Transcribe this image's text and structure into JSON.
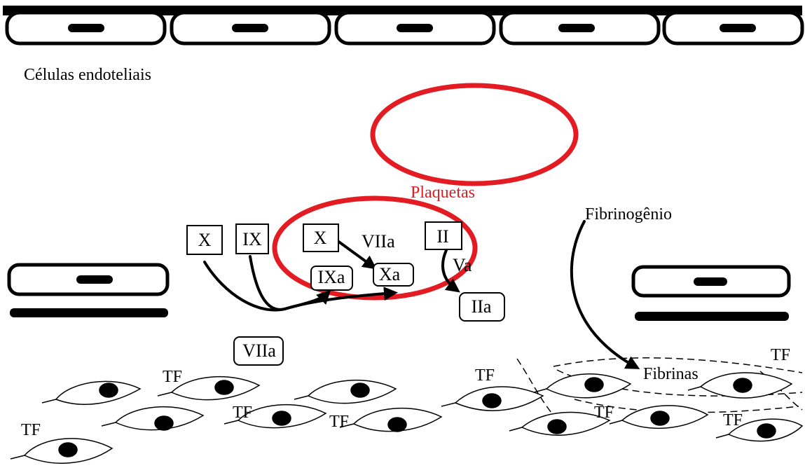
{
  "labels": {
    "endothelial_cells": "Células endoteliais",
    "platelets": "Plaquetas",
    "fibrinogen": "Fibrinogênio",
    "fibrins": "Fibrinas",
    "factor_va": "Va",
    "factor_viia_top": "VIIa"
  },
  "factors": {
    "x_left": "X",
    "ix": "IX",
    "x_mid": "X",
    "ii": "II",
    "ixa": "IXa",
    "xa": "Xa",
    "iia": "IIa",
    "viia_low": "VIIa"
  },
  "tissue_factor": {
    "tf_1": "TF",
    "tf_2": "TF",
    "tf_3": "TF",
    "tf_4": "TF",
    "tf_5": "TF",
    "tf_6": "TF",
    "tf_7": "TF",
    "tf_8": "TF"
  },
  "colors": {
    "platelet_red": "#e31b23",
    "ink": "#000000"
  }
}
